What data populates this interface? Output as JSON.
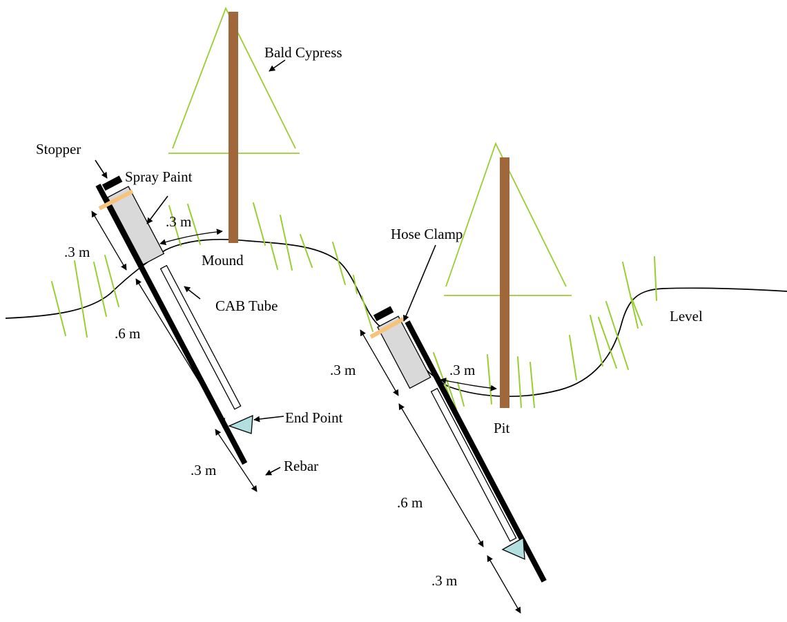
{
  "labels": {
    "bald_cypress": "Bald Cypress",
    "stopper": "Stopper",
    "spray_paint": "Spray Paint",
    "mound": "Mound",
    "cab_tube": "CAB Tube",
    "end_point": "End Point",
    "rebar": "Rebar",
    "hose_clamp": "Hose Clamp",
    "pit": "Pit",
    "level": "Level"
  },
  "dimensions": {
    "left_offset": ".3 m",
    "left_upper": ".3 m",
    "left_middle": ".6 m",
    "left_lower": ".3 m",
    "right_offset": ".3 m",
    "right_upper": ".3 m",
    "right_middle": ".6 m",
    "right_lower": ".3 m"
  },
  "colors": {
    "trunk": "#a0673a",
    "canopy": "#9acd32",
    "grass": "#9acd32",
    "paint_band": "#f8c27a",
    "tube_fill": "#d9d9d9",
    "end_point": "#b3dfe0",
    "ground": "#000000"
  }
}
